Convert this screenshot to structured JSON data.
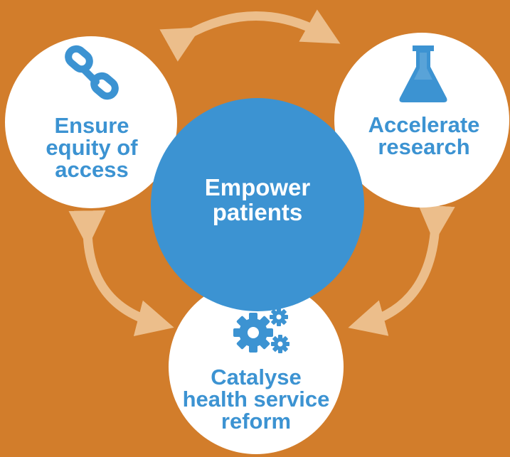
{
  "colors": {
    "background": "#D27D2B",
    "arrow": "#ECBE8B",
    "accent_blue": "#3C93D2",
    "white": "#FFFFFF"
  },
  "center": {
    "line1": "Empower",
    "line2": "patients"
  },
  "nodes": {
    "left": {
      "icon": "chain-link-icon",
      "line1": "Ensure",
      "line2": "equity of",
      "line3": "access"
    },
    "right": {
      "icon": "flask-icon",
      "line1": "Accelerate",
      "line2": "research"
    },
    "bottom": {
      "icon": "gears-icon",
      "line1": "Catalyse",
      "line2": "health service",
      "line3": "reform"
    }
  }
}
